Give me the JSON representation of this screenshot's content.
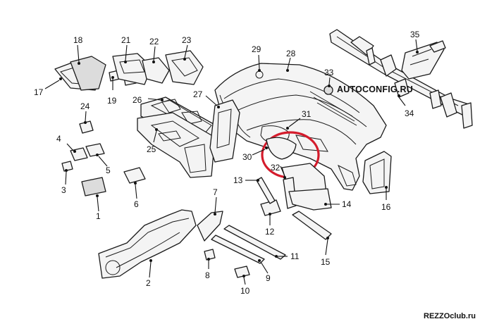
{
  "watermark_top": "AUTOCONFIG.RU",
  "watermark_bottom": "REZZOclub.ru",
  "highlight_color": "#d41c2c",
  "callouts": [
    {
      "id": "part-1",
      "label": "1"
    },
    {
      "id": "part-2",
      "label": "2"
    },
    {
      "id": "part-3",
      "label": "3"
    },
    {
      "id": "part-4",
      "label": "4"
    },
    {
      "id": "part-5",
      "label": "5"
    },
    {
      "id": "part-6",
      "label": "6"
    },
    {
      "id": "part-7",
      "label": "7"
    },
    {
      "id": "part-8",
      "label": "8"
    },
    {
      "id": "part-9",
      "label": "9"
    },
    {
      "id": "part-10",
      "label": "10"
    },
    {
      "id": "part-11",
      "label": "11"
    },
    {
      "id": "part-12",
      "label": "12"
    },
    {
      "id": "part-13",
      "label": "13"
    },
    {
      "id": "part-14",
      "label": "14"
    },
    {
      "id": "part-15",
      "label": "15"
    },
    {
      "id": "part-16",
      "label": "16"
    },
    {
      "id": "part-17",
      "label": "17"
    },
    {
      "id": "part-18",
      "label": "18"
    },
    {
      "id": "part-19",
      "label": "19"
    },
    {
      "id": "part-21",
      "label": "21"
    },
    {
      "id": "part-22",
      "label": "22"
    },
    {
      "id": "part-23",
      "label": "23"
    },
    {
      "id": "part-24",
      "label": "24"
    },
    {
      "id": "part-25",
      "label": "25"
    },
    {
      "id": "part-26",
      "label": "26"
    },
    {
      "id": "part-27",
      "label": "27"
    },
    {
      "id": "part-28",
      "label": "28"
    },
    {
      "id": "part-29",
      "label": "29"
    },
    {
      "id": "part-30",
      "label": "30"
    },
    {
      "id": "part-31",
      "label": "31"
    },
    {
      "id": "part-32",
      "label": "32"
    },
    {
      "id": "part-33",
      "label": "33"
    },
    {
      "id": "part-34",
      "label": "34"
    },
    {
      "id": "part-35",
      "label": "35"
    }
  ]
}
